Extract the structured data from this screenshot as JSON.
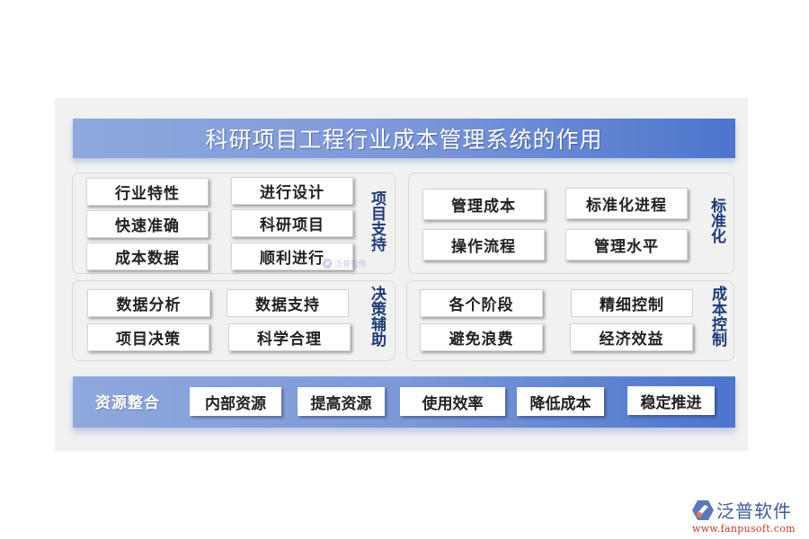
{
  "title": "科研项目工程行业成本管理系统的作用",
  "groups": [
    {
      "label": "项目支持",
      "items": [
        "行业特性",
        "进行设计",
        "快速准确",
        "科研项目",
        "成本数据",
        "顺利进行"
      ]
    },
    {
      "label": "标准化",
      "items": [
        "管理成本",
        "标准化进程",
        "操作流程",
        "管理水平"
      ]
    },
    {
      "label": "决策辅助",
      "items": [
        "数据分析",
        "数据支持",
        "项目决策",
        "科学合理"
      ]
    },
    {
      "label": "成本控制",
      "items": [
        "各个阶段",
        "精细控制",
        "避免浪费",
        "经济效益"
      ]
    }
  ],
  "bottom": {
    "label": "资源整合",
    "items": [
      "内部资源",
      "提高资源",
      "使用效率",
      "降低成本",
      "稳定推进"
    ]
  },
  "watermark": {
    "text": "泛普软件"
  },
  "logo": {
    "name": "泛普软件",
    "url": "www.fanpusoft.com"
  },
  "colors": {
    "title_gradient_start": "#8fa9dd",
    "title_gradient_end": "#4d75cd",
    "label_color": "#1f3a78",
    "panel_bg": "#f1f1f1",
    "logo_url_color": "#c0392b"
  }
}
